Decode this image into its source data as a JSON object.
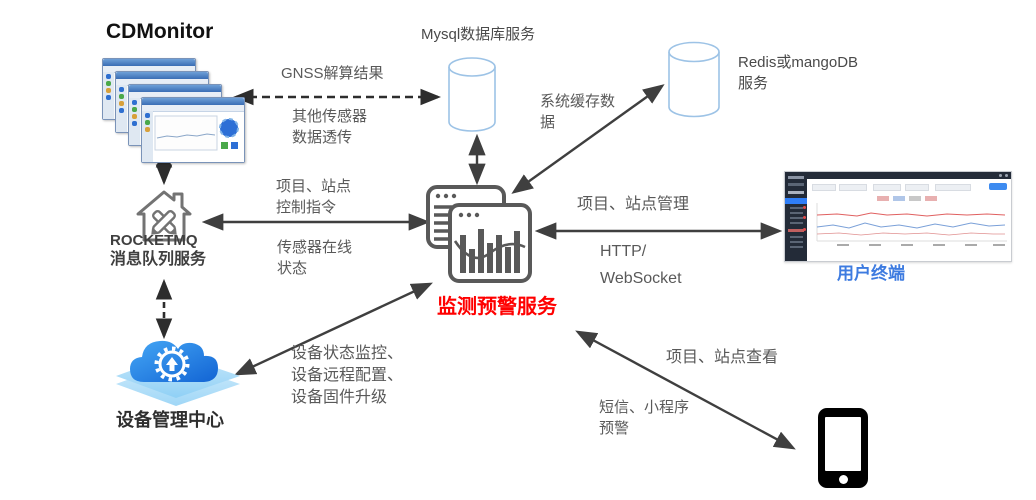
{
  "diagram": {
    "nodes": {
      "cdmonitor": {
        "title": "CDMonitor"
      },
      "mysql": {
        "label": "Mysql数据库服务"
      },
      "redis": {
        "label": "Redis或mangoDB\n服务"
      },
      "rocketmq": {
        "line1": "ROCKETMQ",
        "line2": "消息队列服务"
      },
      "monitor_service": {
        "label": "监测预警服务",
        "color": "#FF0000"
      },
      "device_center": {
        "label": "设备管理中心"
      },
      "user_terminal": {
        "label": "用户终端",
        "color": "#3D7BE0"
      }
    },
    "edges": {
      "gnss": {
        "above": "GNSS解算结果",
        "below": "其他传感器\n数据透传"
      },
      "cache": {
        "label": "系统缓存数\n据"
      },
      "control": {
        "above": "项目、站点\n控制指令",
        "below": "传感器在线\n状态"
      },
      "manage": {
        "above": "项目、站点管理",
        "below": "HTTP/\nWebSocket"
      },
      "device_ops": {
        "label": "设备状态监控、\n设备远程配置、\n设备固件升级"
      },
      "view": {
        "above": "项目、站点查看",
        "below": "短信、小程序\n预警"
      }
    },
    "colors": {
      "arrow": "#3f3f3f",
      "dashed_arrow": "#2d2d2d",
      "cylinder_stroke": "#9DC3E6",
      "icon_gray": "#595959",
      "cloud_blue": "#2E8BF0",
      "platform_blue": "#A8D9F7",
      "alert_red": "#FF0000",
      "terminal_blue": "#3D7BE0"
    }
  }
}
